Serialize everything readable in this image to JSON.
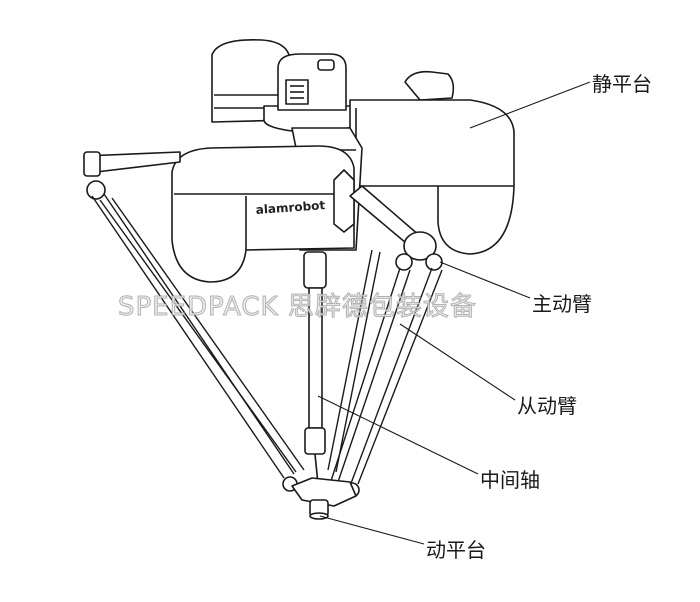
{
  "labels": {
    "static_platform": "静平台",
    "active_arm": "主动臂",
    "passive_arm": "从动臂",
    "middle_shaft": "中间轴",
    "moving_platform": "动平台"
  },
  "watermark": "SPEEDPACK 思辟德包装设备",
  "logo": "alamrobot",
  "colors": {
    "line": "#1a1a1a",
    "fill": "#ffffff",
    "shade": "#d9d9d9"
  }
}
